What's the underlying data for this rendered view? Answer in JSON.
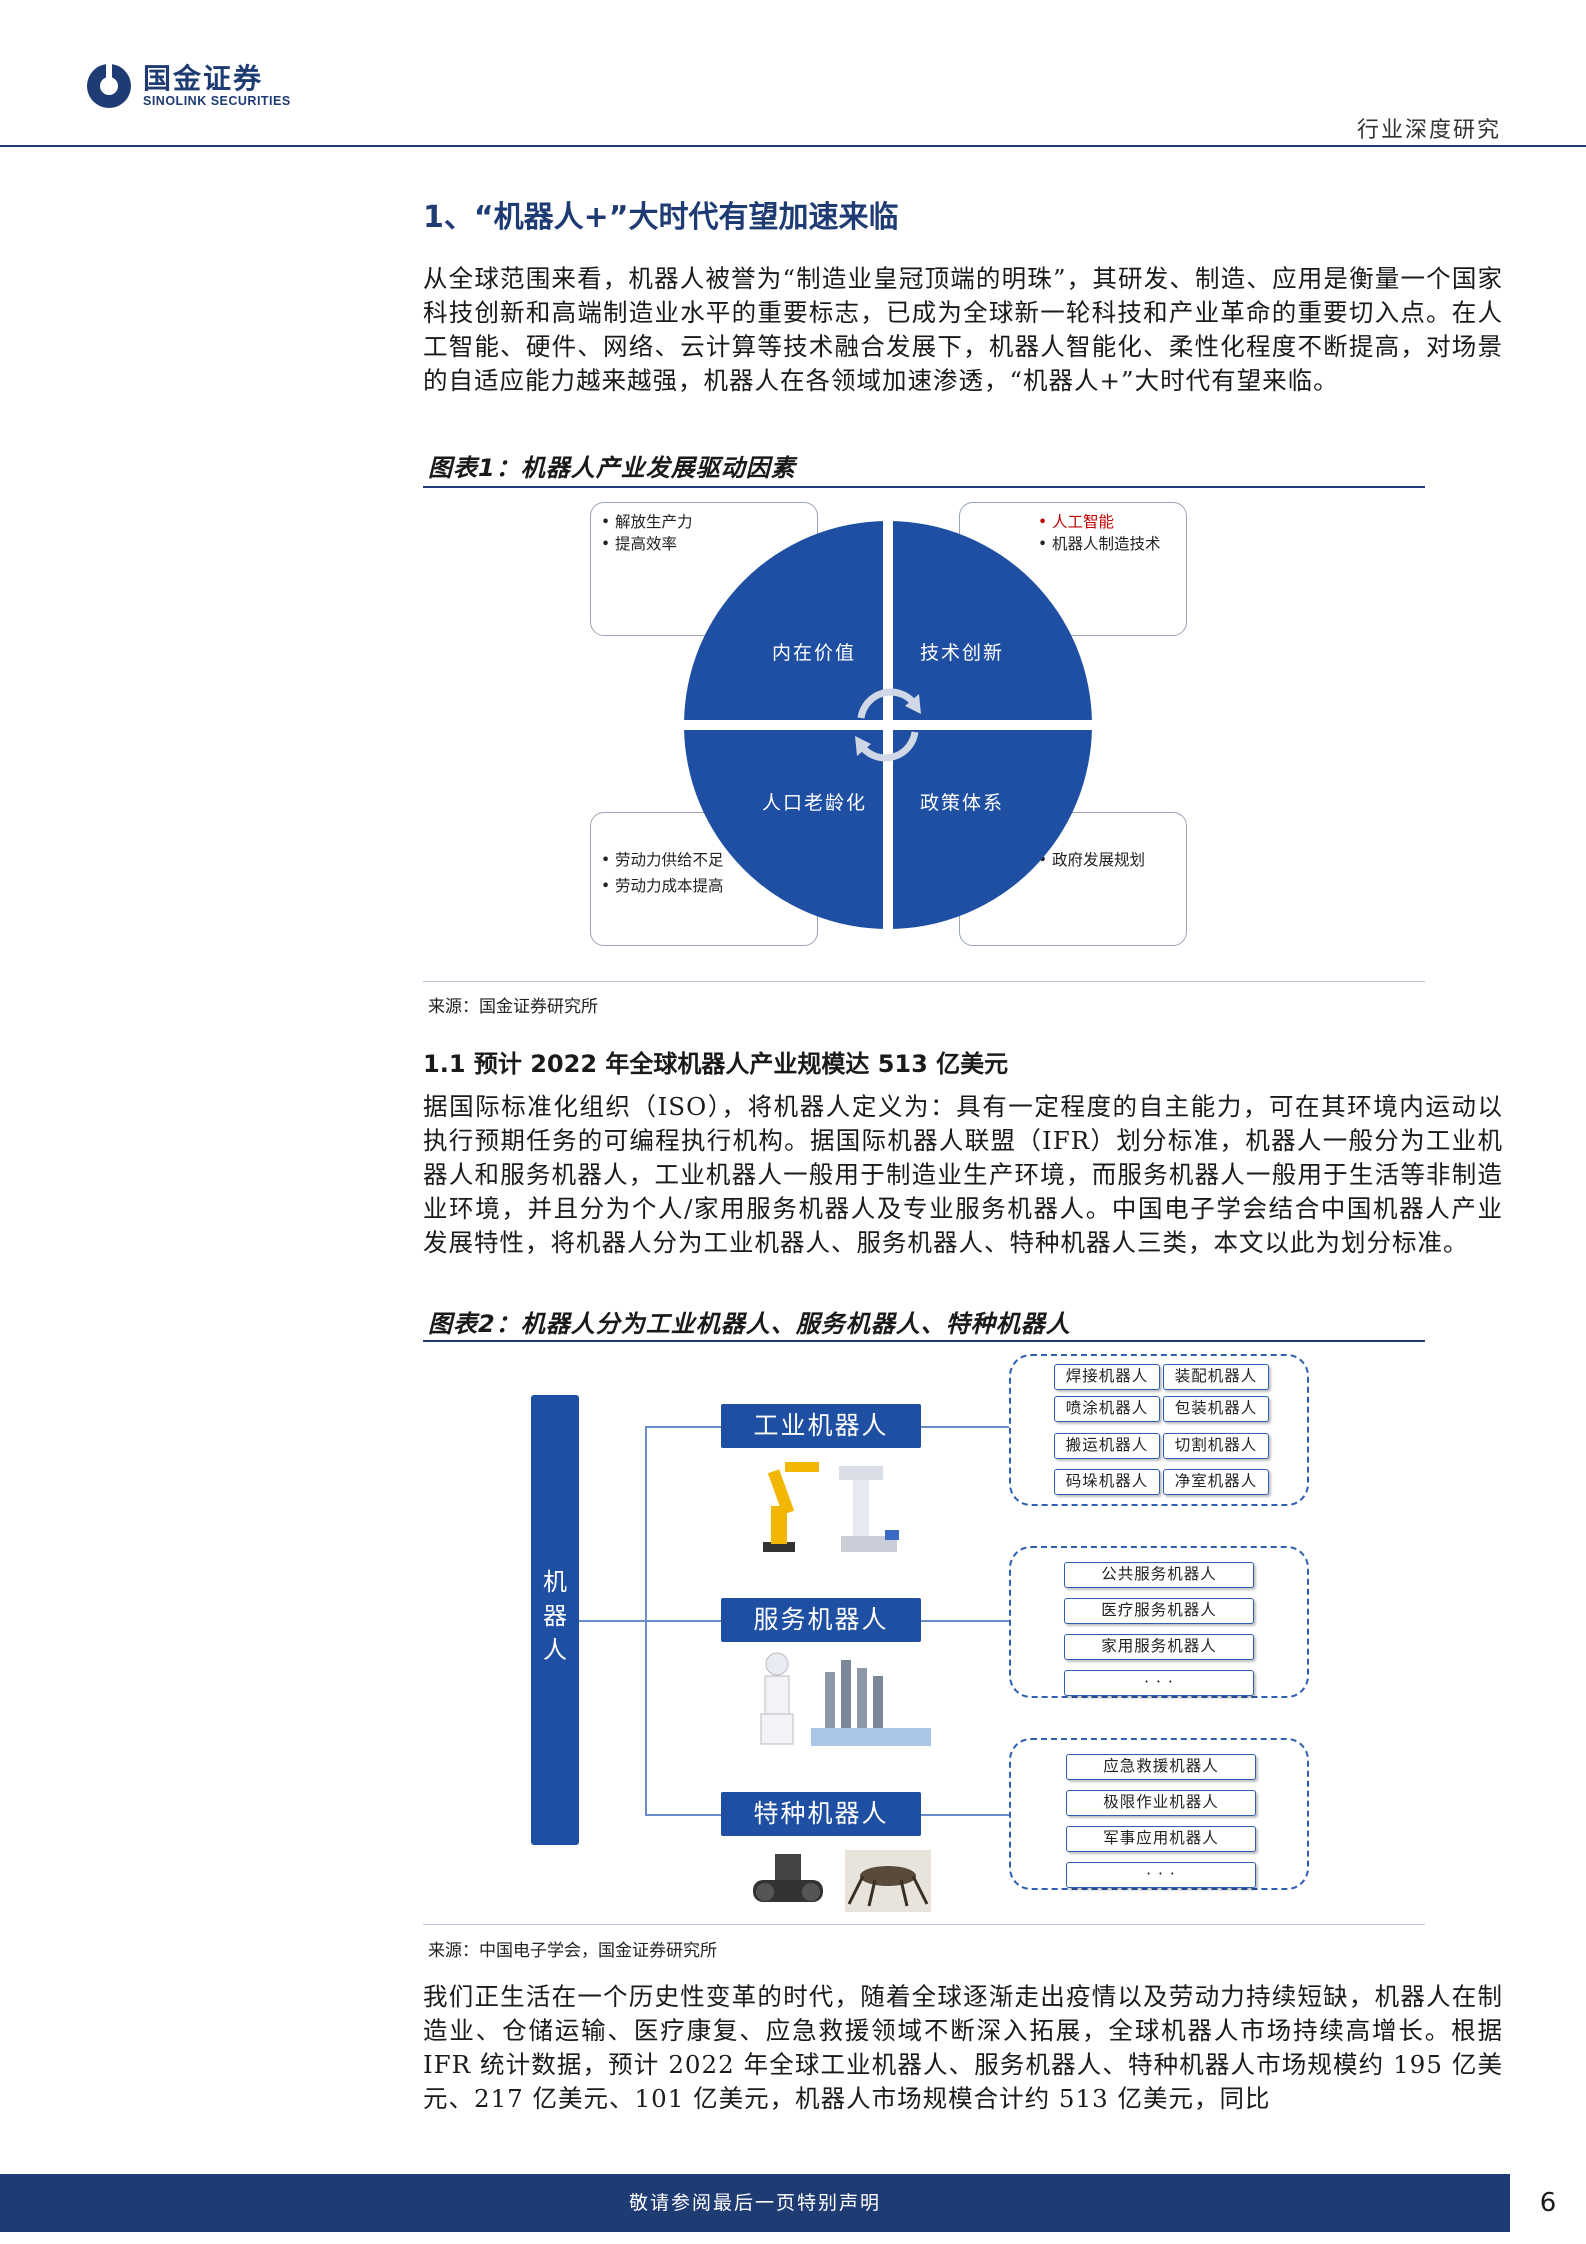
{
  "header": {
    "logo_cn": "国金证券",
    "logo_en": "SINOLINK SECURITIES",
    "category": "行业深度研究"
  },
  "section1": {
    "title": "1、“机器人+”大时代有望加速来临",
    "paragraph": "从全球范围来看，机器人被誉为“制造业皇冠顶端的明珠”，其研发、制造、应用是衡量一个国家科技创新和高端制造业水平的重要标志，已成为全球新一轮科技和产业革命的重要切入点。在人工智能、硬件、网络、云计算等技术融合发展下，机器人智能化、柔性化程度不断提高，对场景的自适应能力越来越强，机器人在各领域加速渗透，“机器人+”大时代有望来临。"
  },
  "figure1": {
    "title": "图表1：机器人产业发展驱动因素",
    "quadrants": {
      "tl": "内在价值",
      "tr": "技术创新",
      "bl": "人口老龄化",
      "br": "政策体系"
    },
    "boxes": {
      "tl": [
        "解放生产力",
        "提高效率"
      ],
      "tr": [
        "人工智能",
        "机器人制造技术"
      ],
      "bl": [
        "劳动力供给不足",
        "劳动力成本提高"
      ],
      "br": [
        "政府发展规划"
      ]
    },
    "highlight_color": "#c00000",
    "circle_color": "#1f4fa3",
    "source": "来源：国金证券研究所"
  },
  "section1_1": {
    "title": "1.1 预计 2022 年全球机器人产业规模达 513 亿美元",
    "paragraph": "据国际标准化组织（ISO），将机器人定义为：具有一定程度的自主能力，可在其环境内运动以执行预期任务的可编程执行机构。据国际机器人联盟（IFR）划分标准，机器人一般分为工业机器人和服务机器人，工业机器人一般用于制造业生产环境，而服务机器人一般用于生活等非制造业环境，并且分为个人/家用服务机器人及专业服务机器人。中国电子学会结合中国机器人产业发展特性，将机器人分为工业机器人、服务机器人、特种机器人三类，本文以此为划分标准。"
  },
  "figure2": {
    "title": "图表2：机器人分为工业机器人、服务机器人、特种机器人",
    "root": "机器人",
    "categories": [
      "工业机器人",
      "服务机器人",
      "特种机器人"
    ],
    "industrial_items": [
      [
        "焊接机器人",
        "装配机器人"
      ],
      [
        "喷涂机器人",
        "包装机器人"
      ],
      [
        "搬运机器人",
        "切割机器人"
      ],
      [
        "码垛机器人",
        "净室机器人"
      ]
    ],
    "service_items": [
      "公共服务机器人",
      "医疗服务机器人",
      "家用服务机器人",
      "· · ·"
    ],
    "special_items": [
      "应急救援机器人",
      "极限作业机器人",
      "军事应用机器人",
      "· · ·"
    ],
    "source": "来源：中国电子学会，国金证券研究所"
  },
  "section_end": {
    "paragraph": "我们正生活在一个历史性变革的时代，随着全球逐渐走出疫情以及劳动力持续短缺，机器人在制造业、仓储运输、医疗康复、应急救援领域不断深入拓展，全球机器人市场持续高增长。根据 IFR 统计数据，预计 2022 年全球工业机器人、服务机器人、特种机器人市场规模约 195 亿美元、217 亿美元、101 亿美元，机器人市场规模合计约 513 亿美元，同比"
  },
  "footer": {
    "notice": "敬请参阅最后一页特别声明",
    "page": "6"
  },
  "colors": {
    "brand": "#1f3b74",
    "accent": "#1f4fa3"
  }
}
